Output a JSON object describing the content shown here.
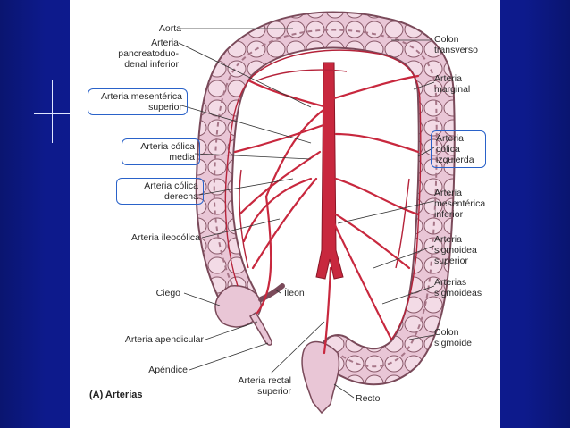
{
  "labels": {
    "aorta": "Aorta",
    "pancreatico": "Arteria\npancreatoduo-\ndenal inferior",
    "mesenterica_superior": "Arteria mesentérica\nsuperior",
    "colica_media": "Arteria cólica\nmedia",
    "colica_derecha": "Arteria cólica\nderecha",
    "ileocolica": "Arteria ileocólica",
    "ciego": "Ciego",
    "apendicular": "Arteria apendicular",
    "apendice": "Apéndice",
    "rectal_superior": "Arteria rectal\nsuperior",
    "recto": "Recto",
    "ileon": "Íleon",
    "colon_transverso": "Colon\ntransverso",
    "marginal": "Arteria\nmarginal",
    "colica_izquierda": "Arteria\ncólica\nizquierda",
    "mesenterica_inferior": "Arteria\nmesentérica\ninferior",
    "sigmoidea_superior": "Arteria\nsigmoidea\nsuperior",
    "sigmoideas": "Arterias\nsigmoideas",
    "colon_sigmoide": "Colon\nsigmoide"
  },
  "caption": "(A) Arterias",
  "colors": {
    "background": "#0d1a8c",
    "colon_fill": "#e9c6d6",
    "colon_stroke": "#7a4a5a",
    "artery": "#c8283e",
    "box_border": "#2a62c9"
  }
}
